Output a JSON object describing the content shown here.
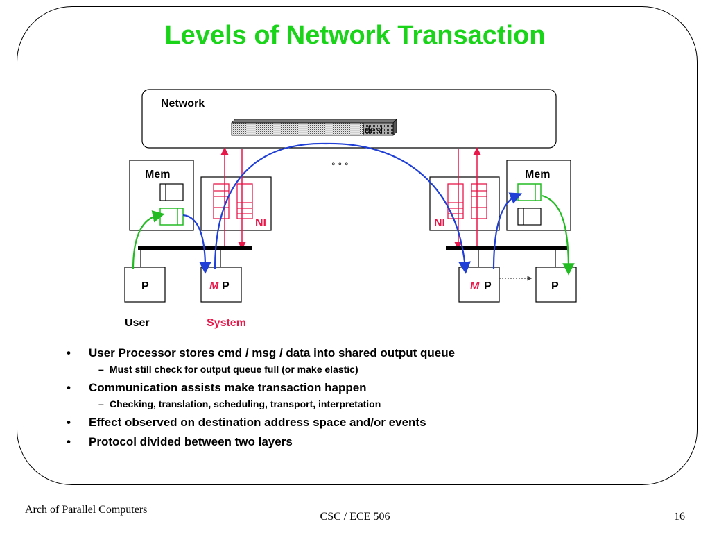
{
  "title": "Levels of Network Transaction",
  "diagram": {
    "network_label": "Network",
    "dest_label": "dest",
    "ellipsis": "° ° °",
    "mem_label": "Mem",
    "ni_label": "NI",
    "p_label": "P",
    "m_label": "M",
    "user_label": "User",
    "system_label": "System",
    "colors": {
      "green_title": "#19d419",
      "ni_red": "#e8174a",
      "arrow_blue": "#1f3fd6",
      "queue_green": "#22bb22"
    }
  },
  "bullets": [
    {
      "text": "User Processor stores cmd / msg / data into shared output queue",
      "sub": [
        "Must still check for output queue full (or make elastic)"
      ]
    },
    {
      "text": "Communication assists make transaction happen",
      "sub": [
        "Checking, translation, scheduling, transport, interpretation"
      ]
    },
    {
      "text": "Effect observed on destination address space and/or events",
      "sub": []
    },
    {
      "text": "Protocol divided between two layers",
      "sub": []
    }
  ],
  "bullet_mark": "•",
  "sub_mark": "–",
  "footer": {
    "left": "Arch of Parallel Computers",
    "center": "CSC / ECE 506",
    "right": "16"
  }
}
